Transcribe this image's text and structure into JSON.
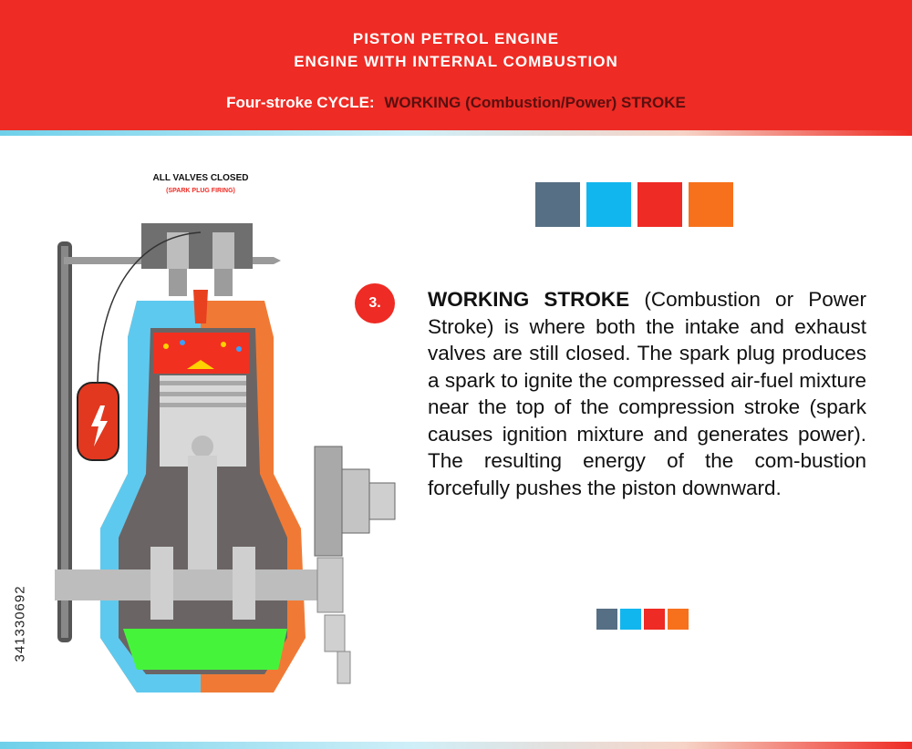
{
  "header": {
    "title_line1": "PISTON PETROL ENGINE",
    "title_line2": "ENGINE WITH INTERNAL COMBUSTION",
    "subtitle_prefix": "Four-stroke CYCLE:",
    "subtitle_stroke": "WORKING (Combustion/Power) STROKE"
  },
  "diagram": {
    "label_main": "ALL VALVES CLOSED",
    "label_sub": "(SPARK PLUG FIRING)"
  },
  "step": {
    "number": "3.",
    "title": "WORKING STROKE",
    "body": " (Combustion or Power Stroke) is where both the intake and exhaust valves are still closed. The spark plug produces a spark to ignite the compressed air-fuel mixture near the top of the compression stroke (spark causes ignition mixture and generates power). The resulting energy of the com-bustion forcefully pushes the piston downward."
  },
  "stock_id": "341330692",
  "palette": [
    "#566f84",
    "#12b6ee",
    "#ee2b24",
    "#f7711c"
  ],
  "colors": {
    "header_bg": "#ee2b24",
    "stroke_title": "#5a0f0f",
    "coolant_blue": "#5ec9ef",
    "hot_orange": "#f07a35",
    "oil_green": "#45f43a"
  }
}
